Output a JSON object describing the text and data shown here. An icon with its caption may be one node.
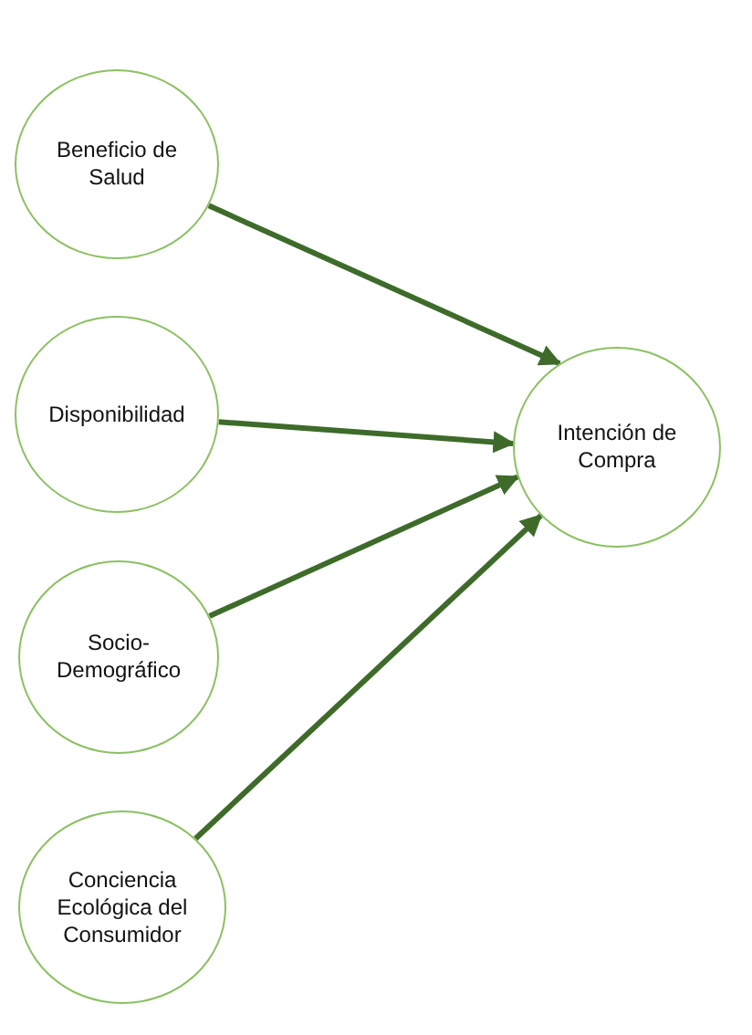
{
  "diagram": {
    "nodes": [
      {
        "text": [
          "Beneficio de Salud"
        ]
      },
      {
        "text": [
          "Disponibilidad"
        ]
      },
      {
        "text": [
          "Socio-Demográfico"
        ]
      },
      {
        "text": [
          "Conciencia Ecológica del Consumidor"
        ]
      },
      {
        "text": [
          "Intención de Compra"
        ]
      }
    ],
    "edges": [
      {
        "from": 0,
        "to": 4,
        "arrow": "to"
      },
      {
        "from": 1,
        "to": 4,
        "arrow": "to"
      },
      {
        "from": 2,
        "to": 4,
        "arrow": "to"
      },
      {
        "from": 3,
        "to": 4,
        "arrow": "to"
      }
    ]
  }
}
